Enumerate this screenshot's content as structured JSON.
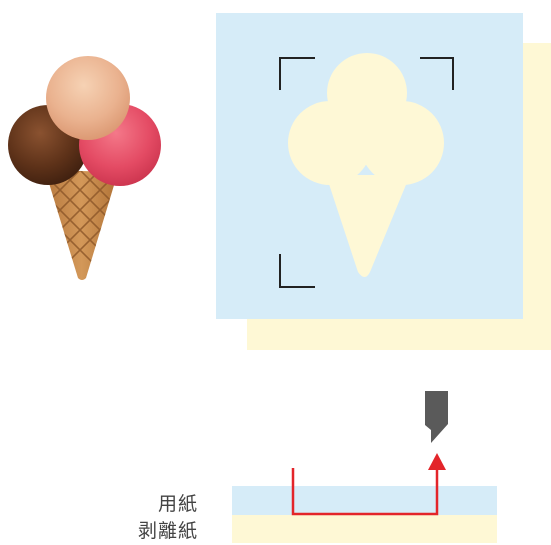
{
  "labels": {
    "paper": "用紙",
    "release_paper": "剥離紙"
  },
  "colors": {
    "sheet_blue": "#d6ecf8",
    "backing_yellow": "#fef8d5",
    "ghost_shape": "#fef8d6",
    "crop_mark": "#222222",
    "arrow_red": "#e3252a",
    "blade_gray": "#5a5a5a",
    "scoop_chocolate": "#6b3a1e",
    "scoop_peach": "#e8b08e",
    "scoop_strawberry": "#e24a64",
    "cone": "#c98a4e"
  },
  "icons": {
    "ice_cream": "ice-cream-cone-illustration",
    "cutter_blade": "cutter-blade-icon",
    "path_arrow": "cut-path-arrow"
  }
}
